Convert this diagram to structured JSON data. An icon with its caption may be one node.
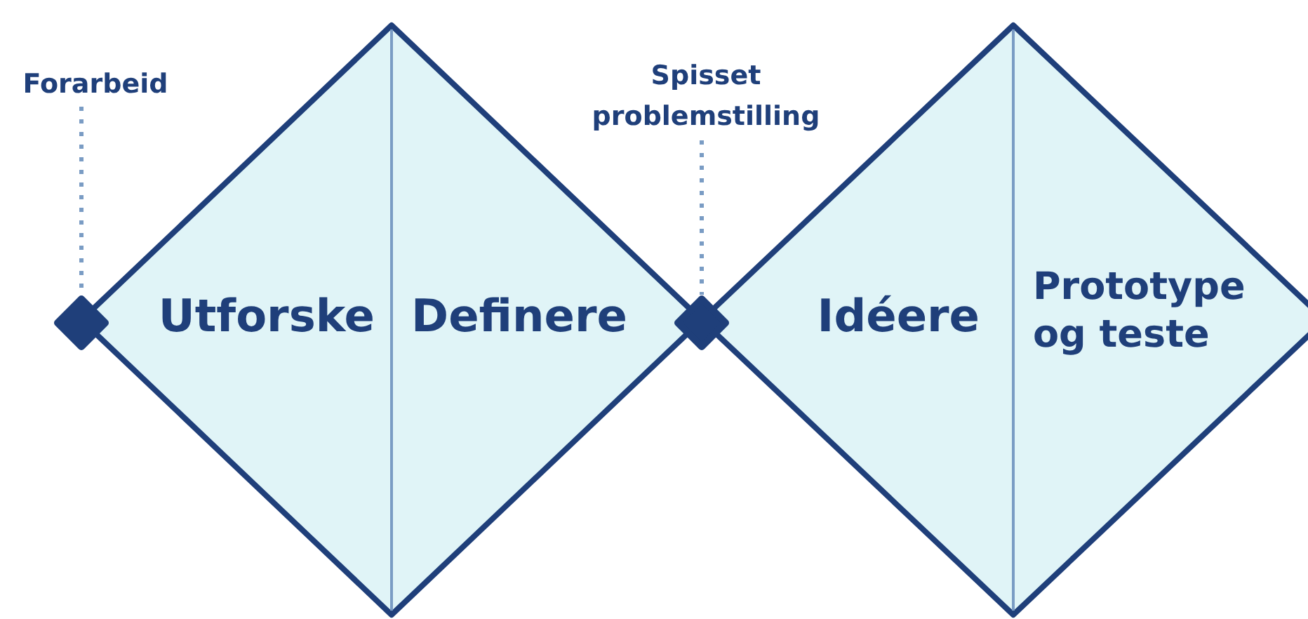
{
  "diagram": {
    "nodes": [
      {
        "text": [],
        "shape": "diamond"
      },
      {
        "text": [
          "Utforske"
        ],
        "in": 0
      },
      {
        "text": [
          "Definere"
        ],
        "in": 0
      },
      {
        "text": [],
        "shape": "diamond"
      },
      {
        "text": [
          "Idéere"
        ],
        "in": 3
      },
      {
        "text": [
          "Prototype og teste"
        ],
        "in": 3
      },
      {
        "text": [
          "Forarbeid"
        ]
      },
      {
        "text": [],
        "shape": "diamond"
      },
      {
        "text": [
          "Spisset problemstilling"
        ]
      },
      {
        "text": [],
        "shape": "diamond"
      }
    ],
    "edges": [
      {
        "from": 6,
        "to": 7,
        "arrow": "none",
        "style": "dashed"
      },
      {
        "from": 8,
        "to": 9,
        "arrow": "none",
        "style": "dashed"
      }
    ]
  }
}
